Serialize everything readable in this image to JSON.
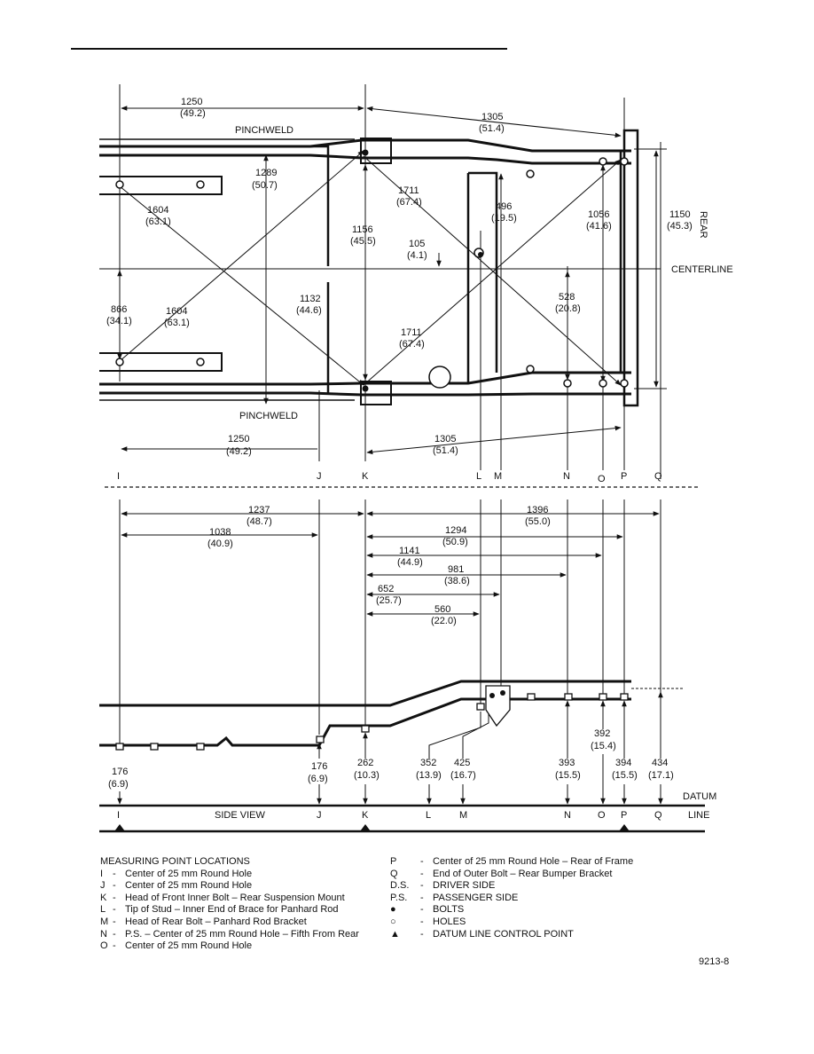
{
  "plan_view": {
    "labels": {
      "pinchweld_top": "PINCHWELD",
      "pinchweld_bottom": "PINCHWELD",
      "centerline": "CENTERLINE",
      "rear": "REAR"
    },
    "dimensions": [
      {
        "mm": "1250",
        "in": "(49.2)"
      },
      {
        "mm": "1305",
        "in": "(51.4)"
      },
      {
        "mm": "1289",
        "in": "(50.7)"
      },
      {
        "mm": "1604",
        "in": "(63.1)"
      },
      {
        "mm": "1711",
        "in": "(67.4)"
      },
      {
        "mm": "1156",
        "in": "(45.5)"
      },
      {
        "mm": "496",
        "in": "(19.5)"
      },
      {
        "mm": "1056",
        "in": "(41.6)"
      },
      {
        "mm": "1150",
        "in": "(45.3)"
      },
      {
        "mm": "105",
        "in": "(4.1)"
      },
      {
        "mm": "866",
        "in": "(34.1)"
      },
      {
        "mm": "1604",
        "in": "(63.1)"
      },
      {
        "mm": "1132",
        "in": "(44.6)"
      },
      {
        "mm": "1711",
        "in": "(67.4)"
      },
      {
        "mm": "528",
        "in": "(20.8)"
      },
      {
        "mm": "1250",
        "in": "(49.2)"
      },
      {
        "mm": "1305",
        "in": "(51.4)"
      }
    ],
    "points": [
      "I",
      "J",
      "K",
      "L",
      "M",
      "N",
      "O",
      "P",
      "Q"
    ]
  },
  "side_view": {
    "horizontal_dimensions": [
      {
        "mm": "1237",
        "in": "(48.7)"
      },
      {
        "mm": "1396",
        "in": "(55.0)"
      },
      {
        "mm": "1038",
        "in": "(40.9)"
      },
      {
        "mm": "1294",
        "in": "(50.9)"
      },
      {
        "mm": "1141",
        "in": "(44.9)"
      },
      {
        "mm": "981",
        "in": "(38.6)"
      },
      {
        "mm": "652",
        "in": "(25.7)"
      },
      {
        "mm": "560",
        "in": "(22.0)"
      }
    ],
    "height_dimensions": [
      {
        "mm": "176",
        "in": "(6.9)"
      },
      {
        "mm": "176",
        "in": "(6.9)"
      },
      {
        "mm": "262",
        "in": "(10.3)"
      },
      {
        "mm": "352",
        "in": "(13.9)"
      },
      {
        "mm": "425",
        "in": "(16.7)"
      },
      {
        "mm": "393",
        "in": "(15.5)"
      },
      {
        "mm": "392",
        "in": "(15.4)"
      },
      {
        "mm": "394",
        "in": "(15.5)"
      },
      {
        "mm": "434",
        "in": "(17.1)"
      }
    ],
    "labels": {
      "side_view": "SIDE VIEW",
      "datum": "DATUM",
      "line": "LINE"
    },
    "points": [
      "I",
      "J",
      "K",
      "L",
      "M",
      "N",
      "O",
      "P",
      "Q"
    ]
  },
  "legend": {
    "title": "MEASURING POINT LOCATIONS",
    "left_items": [
      {
        "code": "I",
        "text": "Center of 25 mm Round Hole"
      },
      {
        "code": "J",
        "text": "Center of 25 mm Round Hole"
      },
      {
        "code": "K",
        "text": "Head of Front Inner Bolt – Rear Suspension Mount"
      },
      {
        "code": "L",
        "text": "Tip of Stud – Inner End of Brace for Panhard Rod"
      },
      {
        "code": "M",
        "text": "Head of Rear Bolt – Panhard Rod Bracket"
      },
      {
        "code": "N",
        "text": "P.S. – Center of 25 mm Round Hole – Fifth From Rear"
      },
      {
        "code": "O",
        "text": "Center of 25 mm Round Hole"
      }
    ],
    "right_items": [
      {
        "code": "P",
        "text": "Center of 25 mm Round Hole – Rear of Frame"
      },
      {
        "code": "Q",
        "text": "End of Outer Bolt – Rear Bumper Bracket"
      },
      {
        "code": "D.S.",
        "text": "DRIVER SIDE"
      },
      {
        "code": "P.S.",
        "text": "PASSENGER SIDE"
      },
      {
        "code": "●",
        "text": "BOLTS"
      },
      {
        "code": "○",
        "text": "HOLES"
      },
      {
        "code": "▲",
        "text": "DATUM LINE CONTROL POINT"
      }
    ]
  },
  "figure_number": "9213-8"
}
